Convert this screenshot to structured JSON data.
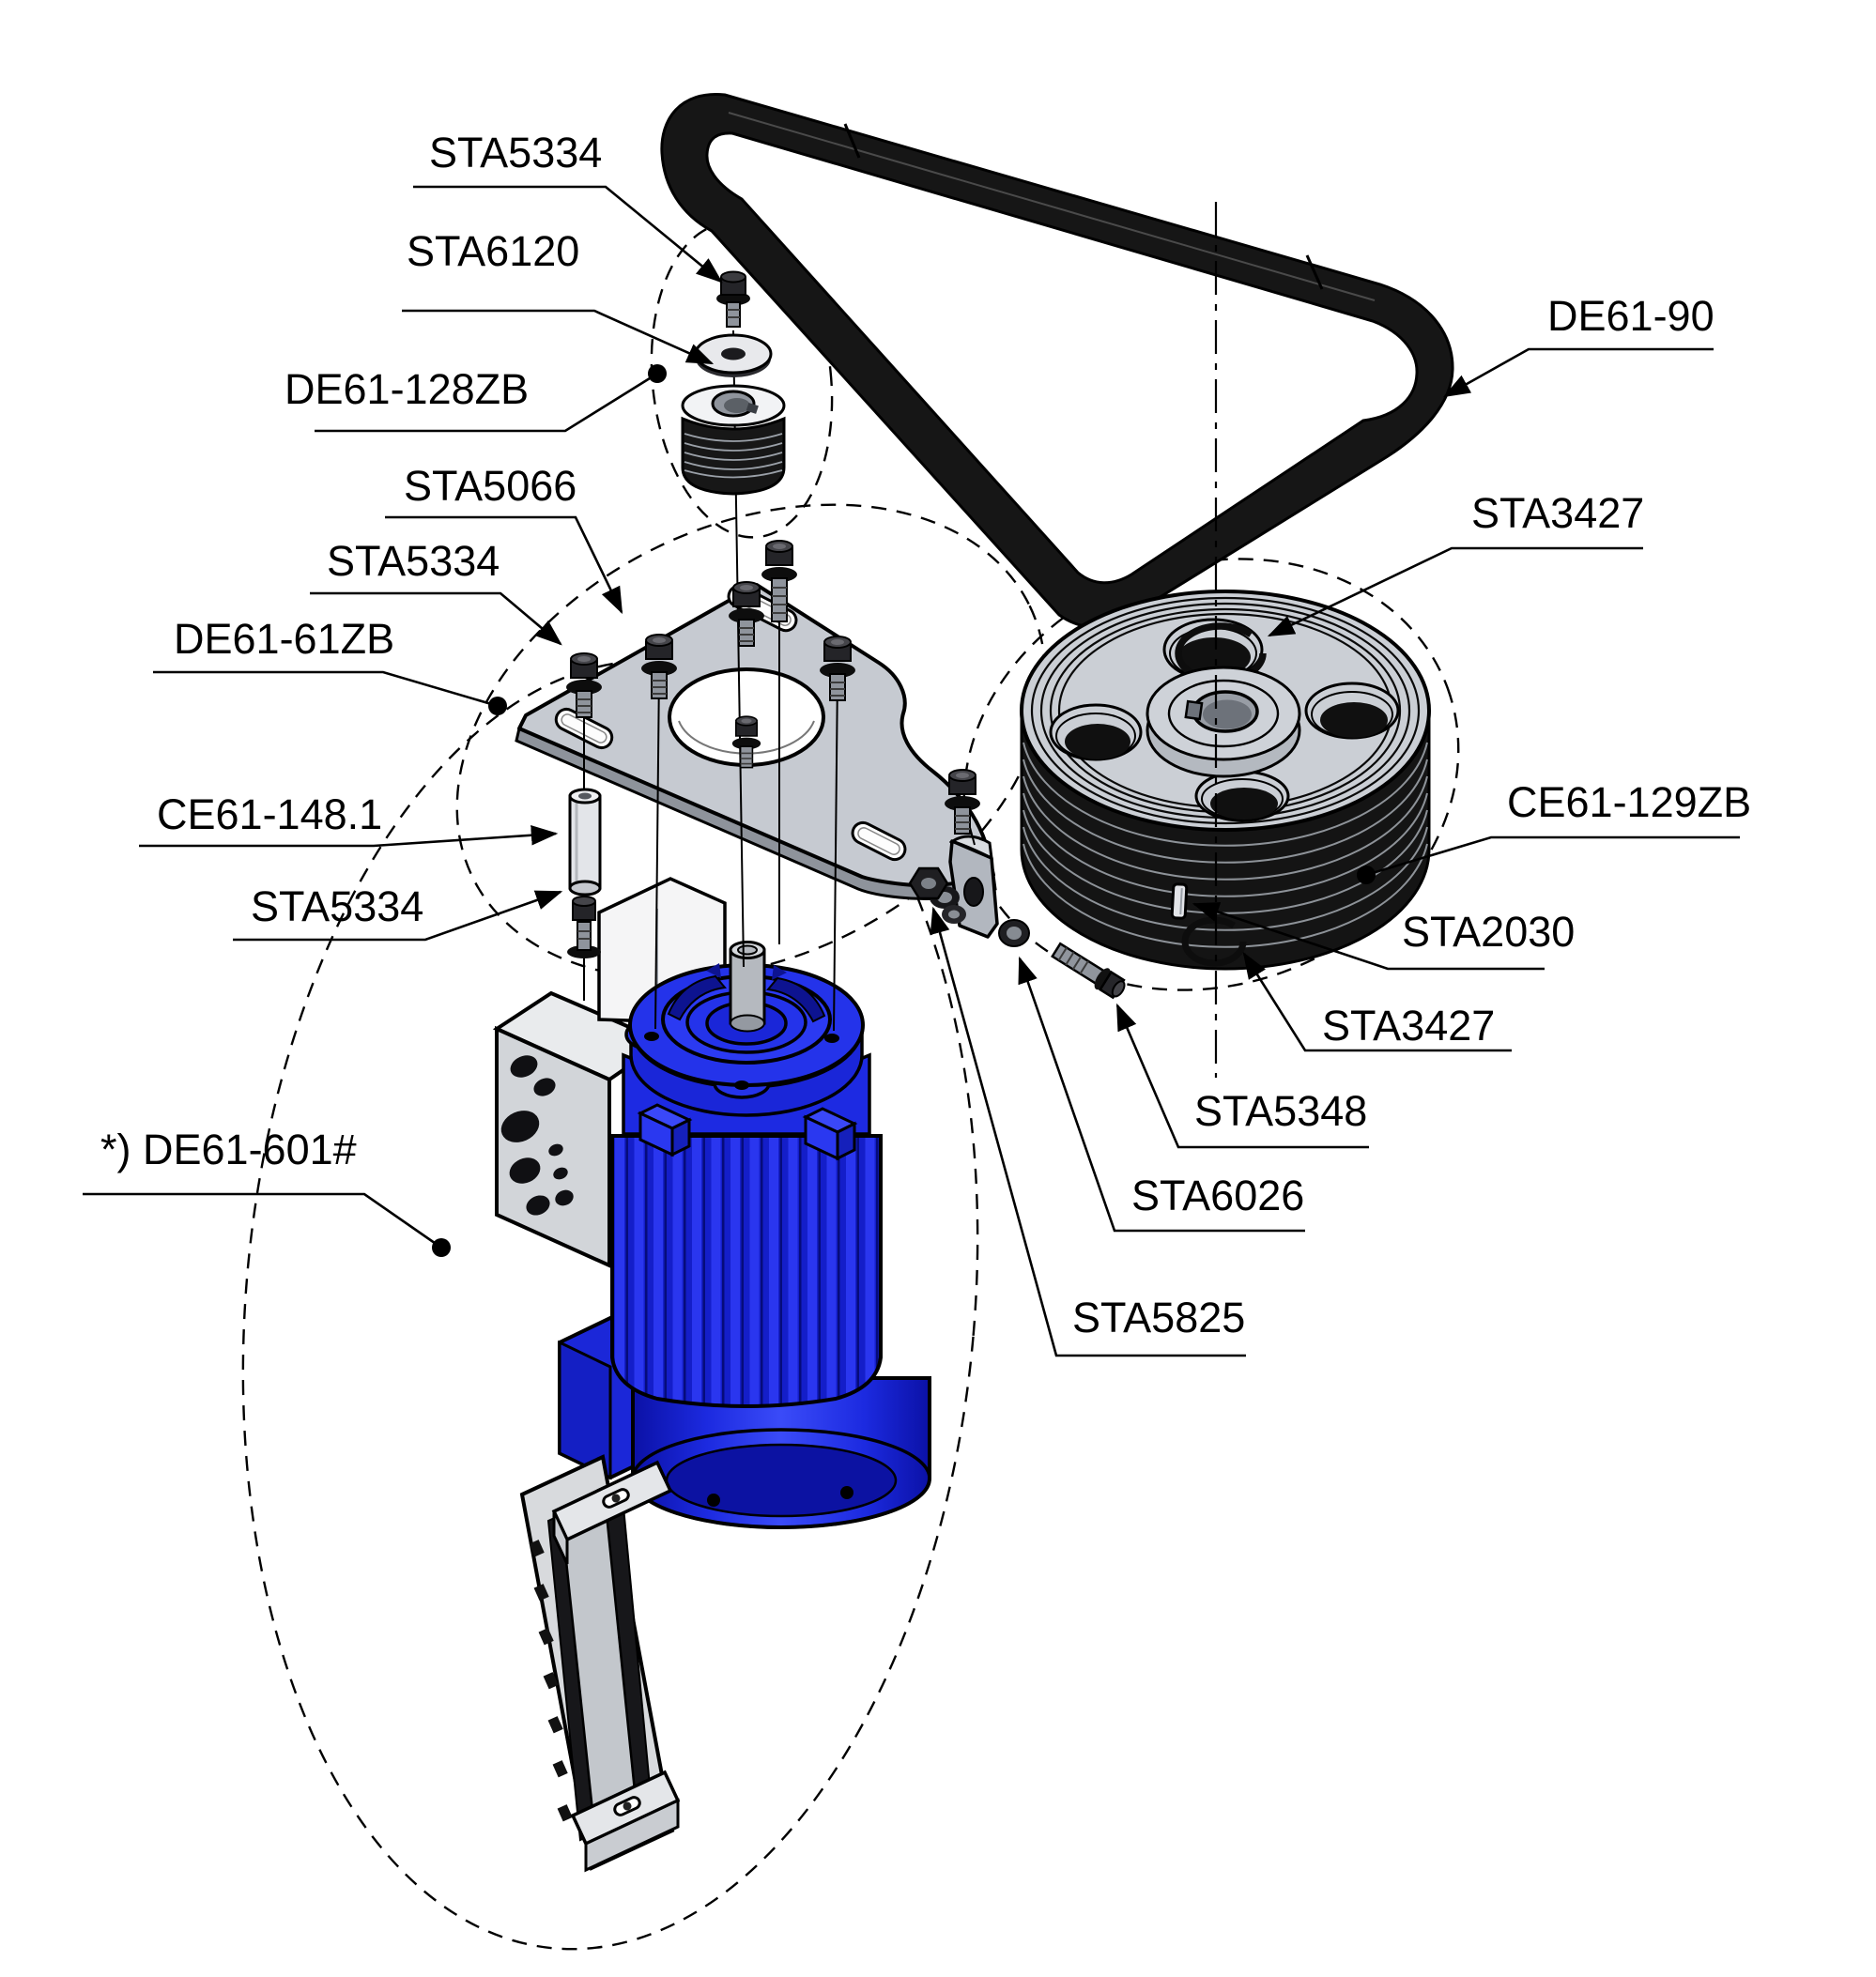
{
  "diagram": {
    "kind": "exploded-parts-diagram",
    "background": "#ffffff",
    "colors": {
      "motor_blue": "#2433ea",
      "motor_blue_dark": "#141ec9",
      "motor_blue_light": "#2a36ef",
      "metal_gray": "#c6cad1",
      "metal_gray_dark": "#8e939b",
      "belt_black": "#141414",
      "line_color": "#000000"
    },
    "labels": [
      {
        "id": "sta5334-top",
        "text": "STA5334"
      },
      {
        "id": "sta6120",
        "text": "STA6120"
      },
      {
        "id": "de61-128zb",
        "text": "DE61-128ZB"
      },
      {
        "id": "sta5066",
        "text": "STA5066"
      },
      {
        "id": "sta5334-mid",
        "text": "STA5334"
      },
      {
        "id": "de61-61zb",
        "text": "DE61-61ZB"
      },
      {
        "id": "ce61-148-1",
        "text": "CE61-148.1"
      },
      {
        "id": "sta5334-bottom",
        "text": "STA5334"
      },
      {
        "id": "de61-601",
        "text": "*) DE61-601#"
      },
      {
        "id": "de61-90",
        "text": "DE61-90"
      },
      {
        "id": "sta3427-top",
        "text": "STA3427"
      },
      {
        "id": "ce61-129zb",
        "text": "CE61-129ZB"
      },
      {
        "id": "sta2030",
        "text": "STA2030"
      },
      {
        "id": "sta3427-bottom",
        "text": "STA3427"
      },
      {
        "id": "sta5348",
        "text": "STA5348"
      },
      {
        "id": "sta6026",
        "text": "STA6026"
      },
      {
        "id": "sta5825",
        "text": "STA5825"
      }
    ]
  }
}
